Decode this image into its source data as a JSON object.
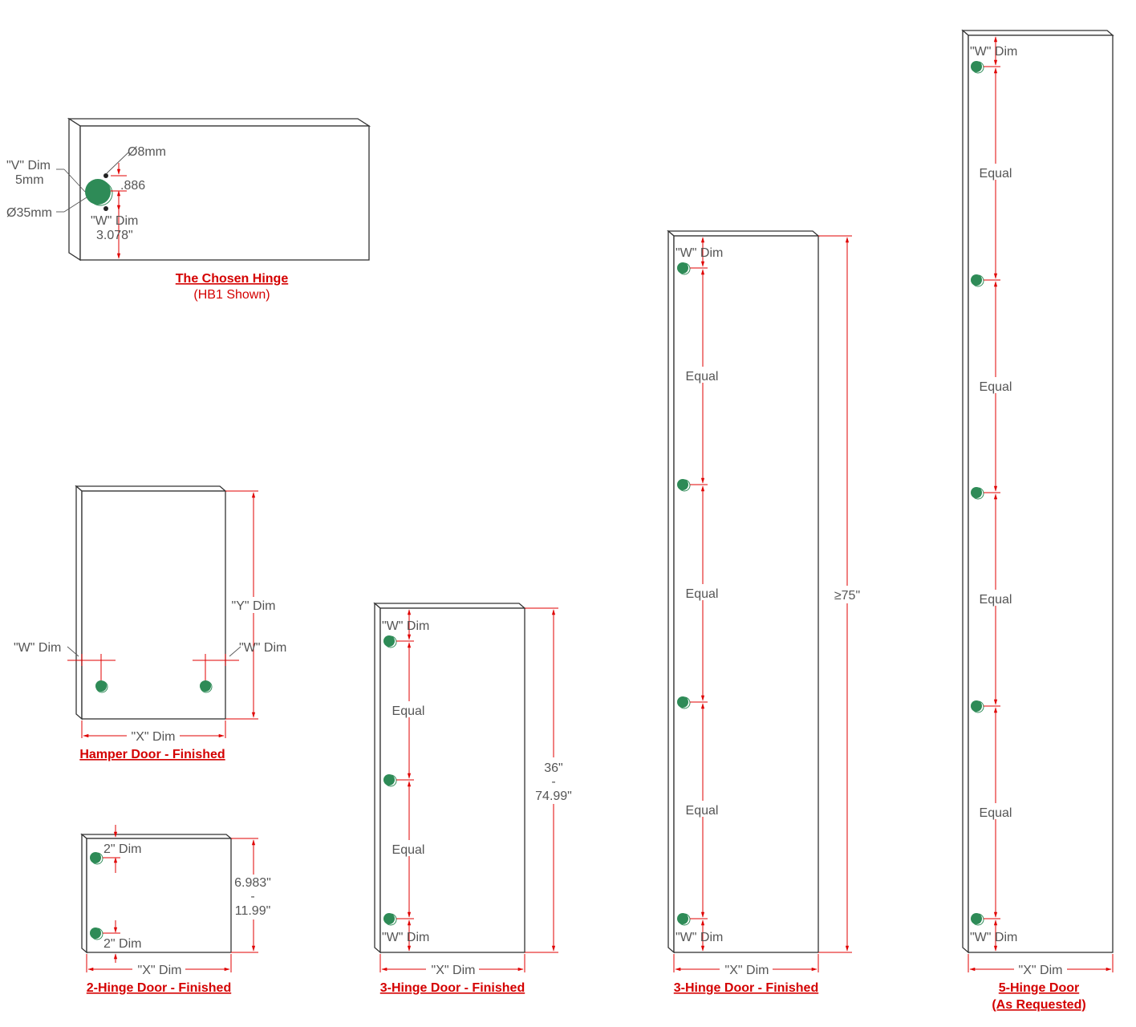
{
  "hinge_detail": {
    "v_dim": "\"V\" Dim",
    "v_val": "5mm",
    "cup_dia": "Ø35mm",
    "pin_dia": "Ø8mm",
    "pin_spacing": ".886",
    "w_dim": "\"W\" Dim",
    "w_val": "3.078\"",
    "title": "The Chosen Hinge",
    "subtitle": "(HB1 Shown)"
  },
  "hamper": {
    "w_left": "\"W\" Dim",
    "w_right": "\"W\" Dim",
    "y_dim": "\"Y\" Dim",
    "x_dim": "\"X\" Dim",
    "title": "Hamper Door - Finished"
  },
  "two_hinge": {
    "top_dim": "2\" Dim",
    "bottom_dim": "2\" Dim",
    "height_min": "6.983\"",
    "height_sep": "-",
    "height_max": "11.99\"",
    "x_dim": "\"X\" Dim",
    "title": "2-Hinge Door - Finished"
  },
  "three_hinge_a": {
    "w_top": "\"W\" Dim",
    "equal_1": "Equal",
    "equal_2": "Equal",
    "w_bottom": "\"W\" Dim",
    "height_min": "36\"",
    "height_sep": "-",
    "height_max": "74.99\"",
    "x_dim": "\"X\" Dim",
    "title": "3-Hinge Door - Finished"
  },
  "three_hinge_b": {
    "w_top": "\"W\" Dim",
    "equal_1": "Equal",
    "equal_2": "Equal",
    "equal_3": "Equal",
    "w_bottom": "\"W\" Dim",
    "height": "≥75\"",
    "x_dim": "\"X\" Dim",
    "title": "3-Hinge Door - Finished"
  },
  "five_hinge": {
    "w_top": "\"W\" Dim",
    "equal_1": "Equal",
    "equal_2": "Equal",
    "equal_3": "Equal",
    "equal_4": "Equal",
    "w_bottom": "\"W\" Dim",
    "x_dim": "\"X\" Dim",
    "title": "5-Hinge Door",
    "subtitle": "(As Requested)"
  }
}
